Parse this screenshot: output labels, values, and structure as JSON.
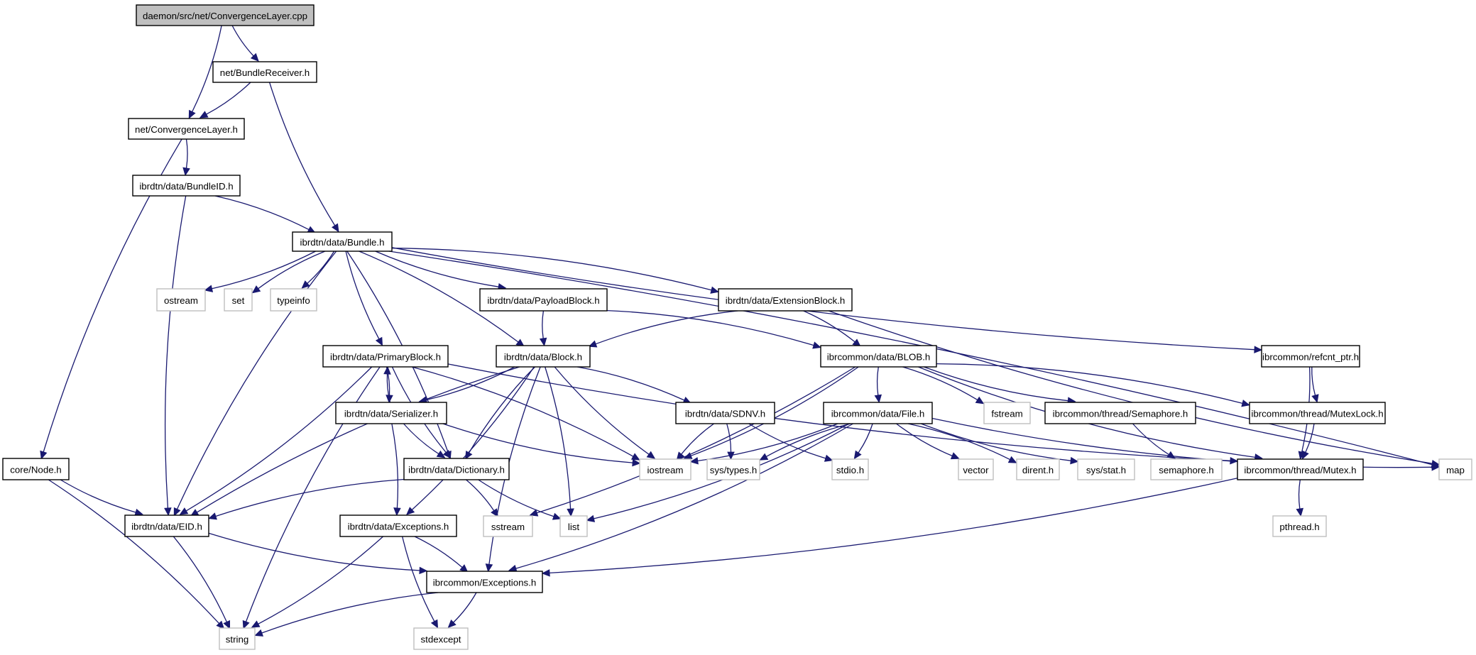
{
  "title": "daemon/src/net/ConvergenceLayer.cpp include dependency graph",
  "colors": {
    "edge": "#191970",
    "root_fill": "#bfbfbf",
    "node_border": "#000000",
    "system_border": "#bfbfbf"
  },
  "nodes": [
    {
      "id": "cl_cpp",
      "label": "daemon/src/net/ConvergenceLayer.cpp",
      "kind": "root"
    },
    {
      "id": "bundlereceiver",
      "label": "net/BundleReceiver.h",
      "kind": "local"
    },
    {
      "id": "cl_h",
      "label": "net/ConvergenceLayer.h",
      "kind": "local"
    },
    {
      "id": "bundleid",
      "label": "ibrdtn/data/BundleID.h",
      "kind": "local"
    },
    {
      "id": "bundle",
      "label": "ibrdtn/data/Bundle.h",
      "kind": "local"
    },
    {
      "id": "ostream",
      "label": "ostream",
      "kind": "system"
    },
    {
      "id": "set",
      "label": "set",
      "kind": "system"
    },
    {
      "id": "typeinfo",
      "label": "typeinfo",
      "kind": "system"
    },
    {
      "id": "payloadblock",
      "label": "ibrdtn/data/PayloadBlock.h",
      "kind": "local"
    },
    {
      "id": "extensionblock",
      "label": "ibrdtn/data/ExtensionBlock.h",
      "kind": "local"
    },
    {
      "id": "primaryblock",
      "label": "ibrdtn/data/PrimaryBlock.h",
      "kind": "local"
    },
    {
      "id": "block",
      "label": "ibrdtn/data/Block.h",
      "kind": "local"
    },
    {
      "id": "blob",
      "label": "ibrcommon/data/BLOB.h",
      "kind": "local"
    },
    {
      "id": "refcnt",
      "label": "ibrcommon/refcnt_ptr.h",
      "kind": "local"
    },
    {
      "id": "serializer",
      "label": "ibrdtn/data/Serializer.h",
      "kind": "local"
    },
    {
      "id": "sdnv",
      "label": "ibrdtn/data/SDNV.h",
      "kind": "local"
    },
    {
      "id": "file",
      "label": "ibrcommon/data/File.h",
      "kind": "local"
    },
    {
      "id": "fstream",
      "label": "fstream",
      "kind": "system"
    },
    {
      "id": "semaphore_h",
      "label": "ibrcommon/thread/Semaphore.h",
      "kind": "local"
    },
    {
      "id": "mutexlock",
      "label": "ibrcommon/thread/MutexLock.h",
      "kind": "local"
    },
    {
      "id": "node",
      "label": "core/Node.h",
      "kind": "local"
    },
    {
      "id": "dictionary",
      "label": "ibrdtn/data/Dictionary.h",
      "kind": "local"
    },
    {
      "id": "iostream",
      "label": "iostream",
      "kind": "system"
    },
    {
      "id": "systypes",
      "label": "sys/types.h",
      "kind": "system"
    },
    {
      "id": "stdio",
      "label": "stdio.h",
      "kind": "system"
    },
    {
      "id": "vector",
      "label": "vector",
      "kind": "system"
    },
    {
      "id": "dirent",
      "label": "dirent.h",
      "kind": "system"
    },
    {
      "id": "sysstat",
      "label": "sys/stat.h",
      "kind": "system"
    },
    {
      "id": "semaphore_sys",
      "label": "semaphore.h",
      "kind": "system"
    },
    {
      "id": "mutex",
      "label": "ibrcommon/thread/Mutex.h",
      "kind": "local"
    },
    {
      "id": "map",
      "label": "map",
      "kind": "system"
    },
    {
      "id": "eid",
      "label": "ibrdtn/data/EID.h",
      "kind": "local"
    },
    {
      "id": "dtn_exceptions",
      "label": "ibrdtn/data/Exceptions.h",
      "kind": "local"
    },
    {
      "id": "sstream",
      "label": "sstream",
      "kind": "system"
    },
    {
      "id": "list",
      "label": "list",
      "kind": "system"
    },
    {
      "id": "pthread",
      "label": "pthread.h",
      "kind": "system"
    },
    {
      "id": "common_exceptions",
      "label": "ibrcommon/Exceptions.h",
      "kind": "local"
    },
    {
      "id": "string",
      "label": "string",
      "kind": "system"
    },
    {
      "id": "stdexcept",
      "label": "stdexcept",
      "kind": "system"
    }
  ],
  "edges": [
    [
      "cl_cpp",
      "cl_h"
    ],
    [
      "cl_cpp",
      "bundlereceiver"
    ],
    [
      "bundlereceiver",
      "cl_h"
    ],
    [
      "bundlereceiver",
      "bundle"
    ],
    [
      "cl_h",
      "bundleid"
    ],
    [
      "cl_h",
      "node"
    ],
    [
      "bundleid",
      "bundle"
    ],
    [
      "bundleid",
      "eid"
    ],
    [
      "bundle",
      "ostream"
    ],
    [
      "bundle",
      "set"
    ],
    [
      "bundle",
      "typeinfo"
    ],
    [
      "bundle",
      "primaryblock"
    ],
    [
      "bundle",
      "block"
    ],
    [
      "bundle",
      "payloadblock"
    ],
    [
      "bundle",
      "extensionblock"
    ],
    [
      "bundle",
      "refcnt"
    ],
    [
      "bundle",
      "map"
    ],
    [
      "bundle",
      "eid"
    ],
    [
      "bundle",
      "dictionary"
    ],
    [
      "payloadblock",
      "block"
    ],
    [
      "payloadblock",
      "blob"
    ],
    [
      "extensionblock",
      "block"
    ],
    [
      "extensionblock",
      "blob"
    ],
    [
      "extensionblock",
      "map"
    ],
    [
      "primaryblock",
      "serializer"
    ],
    [
      "primaryblock",
      "dictionary"
    ],
    [
      "primaryblock",
      "eid"
    ],
    [
      "primaryblock",
      "string"
    ],
    [
      "primaryblock",
      "iostream"
    ],
    [
      "primaryblock",
      "mutex"
    ],
    [
      "serializer",
      "primaryblock"
    ],
    [
      "serializer",
      "dictionary"
    ],
    [
      "serializer",
      "dtn_exceptions"
    ],
    [
      "serializer",
      "iostream"
    ],
    [
      "block",
      "serializer"
    ],
    [
      "block",
      "dictionary"
    ],
    [
      "block",
      "sdnv"
    ],
    [
      "block",
      "eid"
    ],
    [
      "block",
      "list"
    ],
    [
      "block",
      "common_exceptions"
    ],
    [
      "block",
      "dtn_exceptions"
    ],
    [
      "block",
      "iostream"
    ],
    [
      "blob",
      "iostream"
    ],
    [
      "blob",
      "file"
    ],
    [
      "blob",
      "fstream"
    ],
    [
      "blob",
      "semaphore_h"
    ],
    [
      "blob",
      "mutexlock"
    ],
    [
      "blob",
      "mutex"
    ],
    [
      "blob",
      "sstream"
    ],
    [
      "refcnt",
      "mutexlock"
    ],
    [
      "refcnt",
      "mutex"
    ],
    [
      "sdnv",
      "iostream"
    ],
    [
      "sdnv",
      "systypes"
    ],
    [
      "sdnv",
      "stdio"
    ],
    [
      "file",
      "iostream"
    ],
    [
      "file",
      "systypes"
    ],
    [
      "file",
      "stdio"
    ],
    [
      "file",
      "vector"
    ],
    [
      "file",
      "dirent"
    ],
    [
      "file",
      "sysstat"
    ],
    [
      "file",
      "list"
    ],
    [
      "file",
      "map"
    ],
    [
      "file",
      "common_exceptions"
    ],
    [
      "semaphore_h",
      "semaphore_sys"
    ],
    [
      "mutexlock",
      "mutex"
    ],
    [
      "mutex",
      "pthread"
    ],
    [
      "mutex",
      "common_exceptions"
    ],
    [
      "node",
      "eid"
    ],
    [
      "node",
      "string"
    ],
    [
      "dictionary",
      "eid"
    ],
    [
      "dictionary",
      "sstream"
    ],
    [
      "dictionary",
      "list"
    ],
    [
      "eid",
      "string"
    ],
    [
      "eid",
      "common_exceptions"
    ],
    [
      "dtn_exceptions",
      "string"
    ],
    [
      "dtn_exceptions",
      "stdexcept"
    ],
    [
      "dtn_exceptions",
      "common_exceptions"
    ],
    [
      "common_exceptions",
      "string"
    ],
    [
      "common_exceptions",
      "stdexcept"
    ]
  ]
}
